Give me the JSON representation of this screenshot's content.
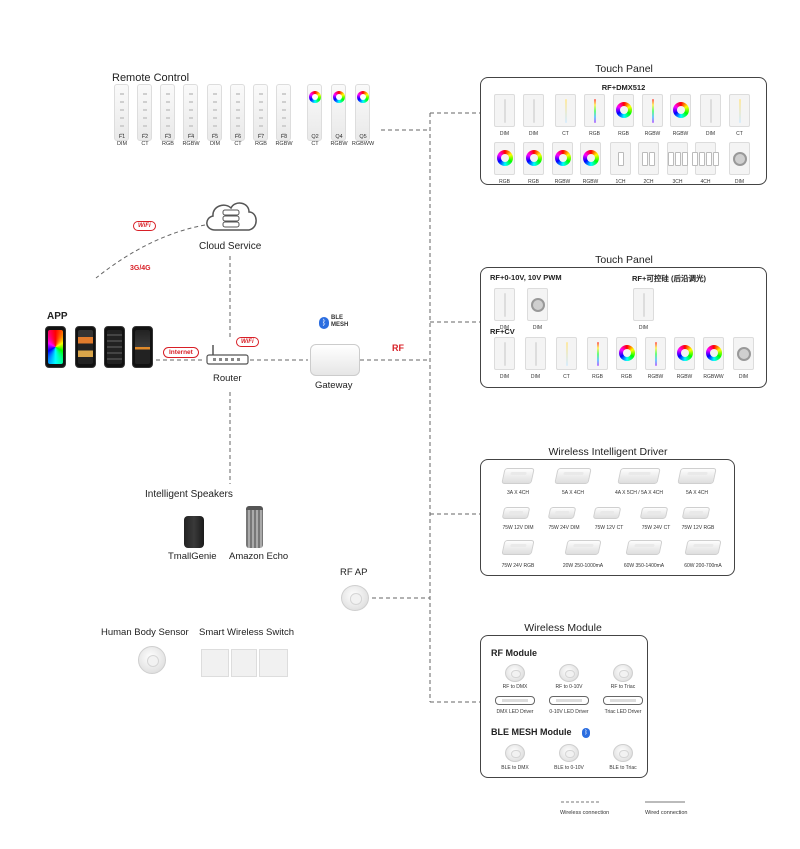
{
  "remote_control": {
    "title": "Remote Control",
    "items": [
      {
        "model": "F1",
        "type": "DIM",
        "wheel": false
      },
      {
        "model": "F2",
        "type": "CT",
        "wheel": false
      },
      {
        "model": "F3",
        "type": "RGB",
        "wheel": false
      },
      {
        "model": "F4",
        "type": "RGBW",
        "wheel": false
      },
      {
        "model": "F5",
        "type": "DIM",
        "wheel": false
      },
      {
        "model": "F6",
        "type": "CT",
        "wheel": false
      },
      {
        "model": "F7",
        "type": "RGB",
        "wheel": false
      },
      {
        "model": "F8",
        "type": "RGBW",
        "wheel": false
      },
      {
        "model": "Q2",
        "type": "CT",
        "wheel": true
      },
      {
        "model": "Q4",
        "type": "RGBW",
        "wheel": true
      },
      {
        "model": "Q5",
        "type": "RGBWW",
        "wheel": true
      }
    ]
  },
  "cloud": {
    "label": "Cloud Service",
    "wifi_badge": "WiFi",
    "mobile_label": "3G/4G"
  },
  "app": {
    "title": "APP",
    "internet_badge": "Internet"
  },
  "router": {
    "label": "Router",
    "wifi_badge": "WiFi"
  },
  "gateway": {
    "label": "Gateway",
    "ble_line1": "BLE",
    "ble_line2": "MESH"
  },
  "rf_label": "RF",
  "speakers": {
    "title": "Intelligent Speakers",
    "items": [
      "TmallGenie",
      "Amazon Echo"
    ]
  },
  "rf_ap": {
    "label": "RF AP"
  },
  "sensor": {
    "label": "Human Body Sensor"
  },
  "switch": {
    "label": "Smart Wireless Switch"
  },
  "touch_panel_1": {
    "title": "Touch Panel",
    "subtitle": "RF+DMX512",
    "row1": [
      "DIM",
      "DIM",
      "CT",
      "RGB",
      "RGB",
      "RGBW",
      "RGBW",
      "DIM",
      "CT"
    ],
    "row2": [
      "RGB",
      "RGB",
      "RGBW",
      "RGBW",
      "1CH",
      "2CH",
      "3CH",
      "4CH",
      "DIM"
    ]
  },
  "touch_panel_2": {
    "title": "Touch Panel",
    "group_a_title": "RF+0-10V, 10V PWM",
    "group_a": [
      "DIM",
      "DIM"
    ],
    "group_b_title": "RF+可控硅 (后沿调光)",
    "group_b": [
      "DIM"
    ],
    "group_c_title": "RF+CV",
    "group_c": [
      "DIM",
      "DIM",
      "CT",
      "RGB",
      "RGB",
      "RGBW",
      "RGBW",
      "RGBWW",
      "DIM"
    ]
  },
  "wireless_driver": {
    "title": "Wireless Intelligent Driver",
    "row1": [
      "3A X 4CH",
      "5A X 4CH",
      "4A X 5CH / 5A X 4CH",
      "5A X 4CH"
    ],
    "row2": [
      "75W 12V DIM",
      "75W 24V DIM",
      "75W 12V CT",
      "75W 24V CT",
      "75W 12V RGB"
    ],
    "row3": [
      "75W 24V RGB",
      "20W 250-1000mA",
      "60W 350-1400mA",
      "60W 200-700mA"
    ]
  },
  "wireless_module": {
    "title": "Wireless Module",
    "rf_title": "RF Module",
    "rf_items": [
      {
        "module": "RF to DMX",
        "driver": "DMX LED Driver"
      },
      {
        "module": "RF to 0-10V",
        "driver": "0-10V LED Driver"
      },
      {
        "module": "RF to Triac",
        "driver": "Triac LED Driver"
      }
    ],
    "ble_title": "BLE MESH Module",
    "ble_items": [
      "BLE to DMX",
      "BLE to 0-10V",
      "BLE to Triac"
    ]
  },
  "legend": {
    "wireless": "Wireless connection",
    "wired": "Wired connection"
  },
  "colors": {
    "accent_red": "#d81f26",
    "line": "#666666",
    "border": "#444444"
  }
}
